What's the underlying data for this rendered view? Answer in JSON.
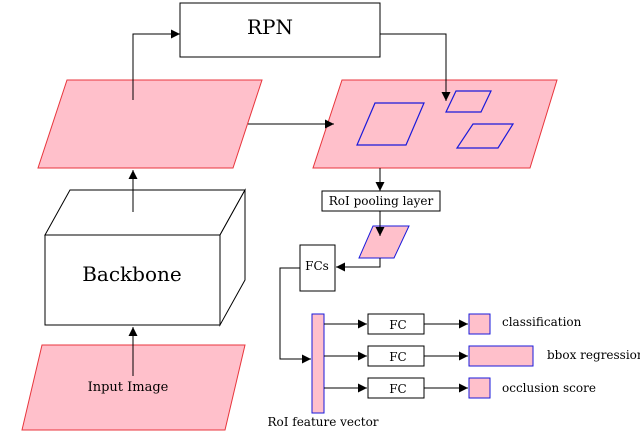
{
  "labels": {
    "rpn": "RPN",
    "backbone": "Backbone",
    "input_image": "Input Image",
    "roi_pooling_layer": "RoI pooling layer",
    "fcs": "FCs",
    "roi_feature_vector": "RoI feature vector",
    "fc": "FC",
    "classification": "classification",
    "bbox_regression": "bbox regression",
    "occlusion_score": "occlusion score"
  },
  "colors": {
    "fill": "#ffc0cb",
    "parallelogram_stroke": "#e8353c",
    "roi_box_stroke": "#1a1adb",
    "line": "#000000"
  }
}
